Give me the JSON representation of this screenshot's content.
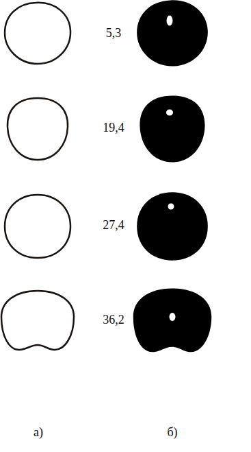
{
  "diagram": {
    "labels": [
      "5,3",
      "19,4",
      "27,4",
      "36,2",
      "а)",
      "б)"
    ]
  }
}
